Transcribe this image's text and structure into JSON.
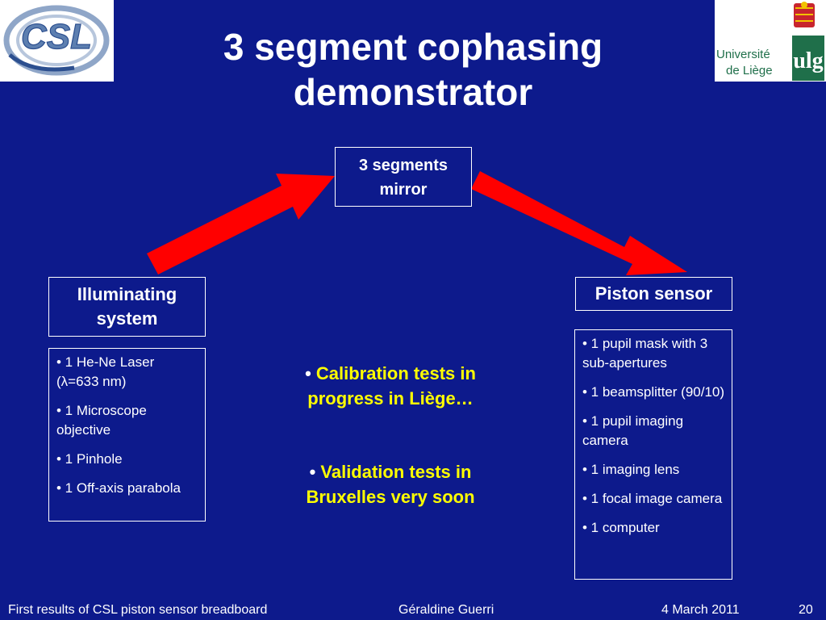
{
  "title_line1": "3 segment cophasing",
  "title_line2": "demonstrator",
  "logos": {
    "left_text": "CSL",
    "right_text_line1": "Université",
    "right_text_line2": "de Liège",
    "right_mark": "ulg"
  },
  "boxes": {
    "mirror_line1": "3 segments",
    "mirror_line2": "mirror",
    "illum_line1": "Illuminating",
    "illum_line2": "system",
    "piston": "Piston sensor"
  },
  "illum_items": [
    "• 1 He-Ne Laser (λ=633 nm)",
    "• 1 Microscope objective",
    "• 1 Pinhole",
    "• 1 Off-axis parabola"
  ],
  "piston_items": [
    "• 1 pupil mask with 3 sub-apertures",
    "• 1 beamsplitter (90/10)",
    "• 1 pupil imaging camera",
    "• 1 imaging lens",
    "• 1 focal image camera",
    "• 1 computer"
  ],
  "notes": {
    "bullet": "•",
    "note1": "Calibration tests in progress in Liège…",
    "note2": "Validation tests in Bruxelles very soon"
  },
  "footer": {
    "left": "First results of CSL piston sensor breadboard",
    "author": "Géraldine Guerri",
    "date": "4 March 2011",
    "page": "20"
  },
  "colors": {
    "background": "#0d1a8c",
    "arrow": "#ff0000",
    "highlight": "#ffff00",
    "ulg_green": "#1f6f4a"
  }
}
